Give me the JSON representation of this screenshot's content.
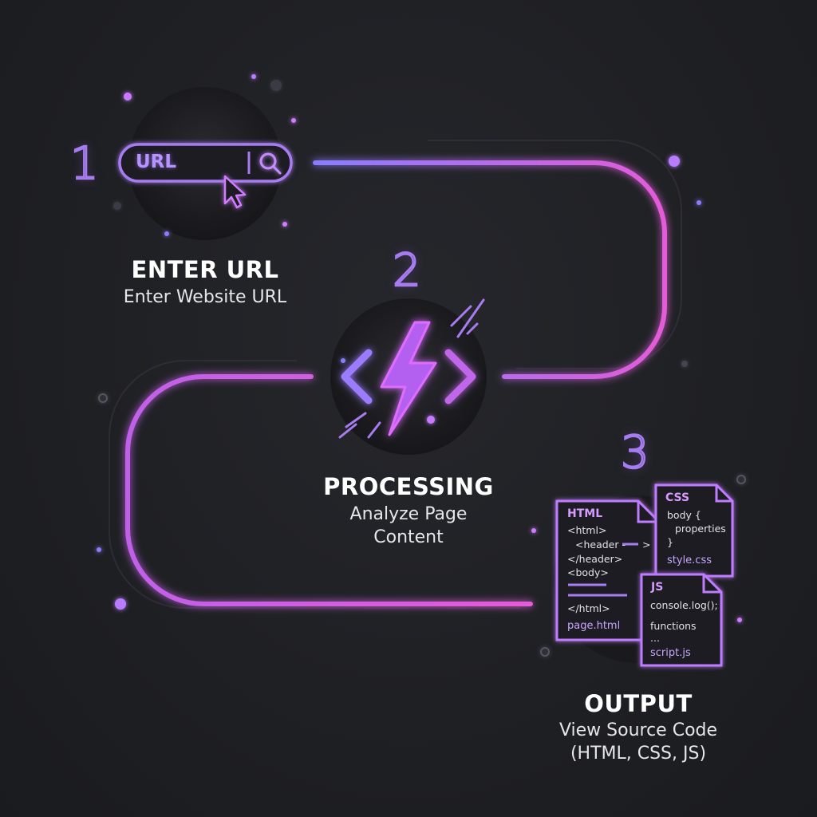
{
  "steps": [
    {
      "number": "1",
      "title": "ENTER URL",
      "subtitle": "Enter Website URL"
    },
    {
      "number": "2",
      "title": "PROCESSING",
      "subtitle_lines": [
        "Analyze Page",
        "Content"
      ]
    },
    {
      "number": "3",
      "title": "OUTPUT",
      "subtitle_lines": [
        "View Source Code",
        "(HTML, CSS, JS)"
      ]
    }
  ],
  "url_bar": {
    "text": "URL"
  },
  "files": {
    "html": {
      "label": "HTML",
      "lines": [
        "<html>",
        "<header -",
        "</header>",
        "<body>",
        "</html>"
      ],
      "name": "page.html"
    },
    "css": {
      "label": "CSS",
      "lines": [
        "body {",
        "properties",
        "}"
      ],
      "name": "style.css"
    },
    "js": {
      "label": "JS",
      "lines": [
        "console.log();",
        "functions",
        "..."
      ],
      "name": "script.js"
    }
  },
  "colors": {
    "background": "#1e1f23",
    "accent_purple": "#a77cf0",
    "accent_pink": "#e35bd8",
    "text": "#ffffff"
  },
  "icons": [
    "search-icon",
    "cursor-arrow-icon",
    "lightning-bolt-icon",
    "code-brackets-icon",
    "file-icon"
  ]
}
